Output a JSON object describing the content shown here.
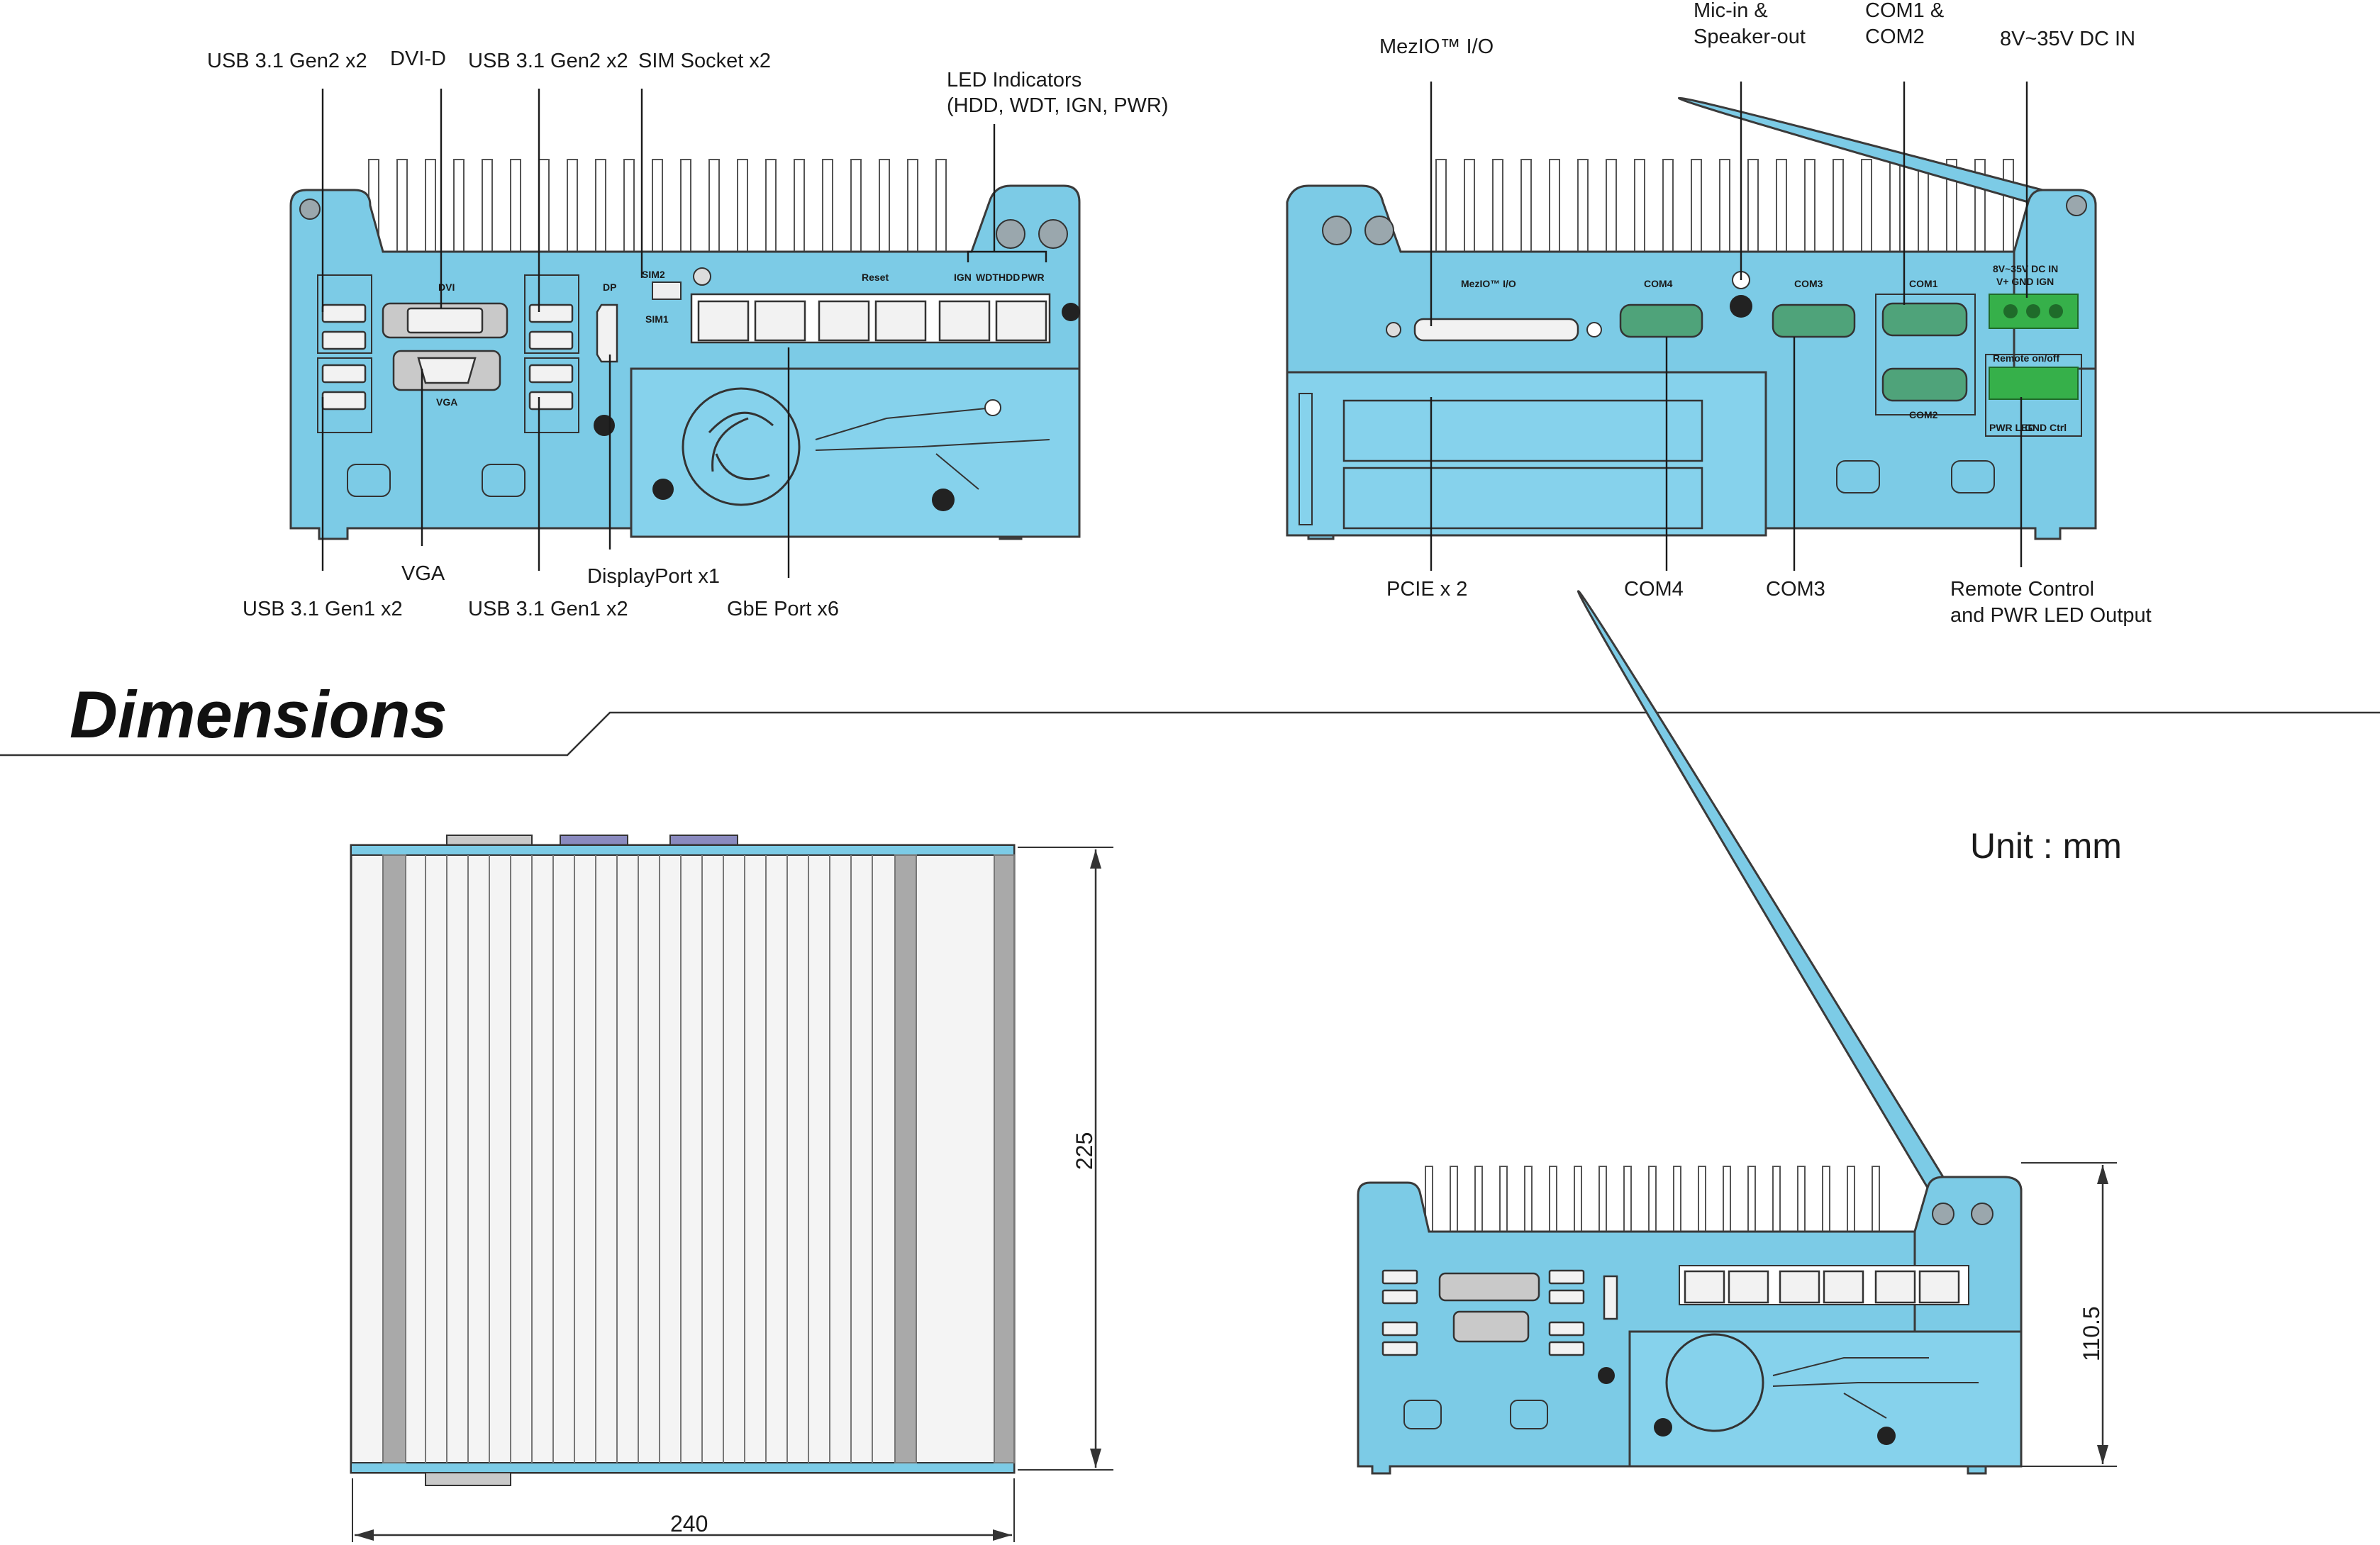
{
  "front_labels": {
    "usb_gen2_a": "USB 3.1 Gen2 x2",
    "dvi_d": "DVI-D",
    "usb_gen2_b": "USB 3.1 Gen2 x2",
    "sim_socket": "SIM Socket x2",
    "led_line1": "LED Indicators",
    "led_line2": "(HDD, WDT, IGN, PWR)",
    "usb_gen1_a": "USB 3.1 Gen1 x2",
    "vga": "VGA",
    "usb_gen1_b": "USB 3.1 Gen1 x2",
    "displayport": "DisplayPort x1",
    "gbe": "GbE Port x6"
  },
  "front_panel_text": {
    "dvi": "DVI",
    "vga": "VGA",
    "dp": "DP",
    "sim2": "SIM2",
    "sim1": "SIM1",
    "reset": "Reset",
    "ign": "IGN",
    "wdt": "WDT",
    "hdd": "HDD",
    "pwr": "PWR"
  },
  "rear_labels": {
    "mezio": "MezIO™ I/O",
    "mic_line1": "Mic-in &",
    "mic_line2": "Speaker-out",
    "com12_line1": "COM1 &",
    "com12_line2": "COM2",
    "dcin": "8V~35V DC IN",
    "pcie": "PCIE x 2",
    "com4": "COM4",
    "com3": "COM3",
    "remote_line1": "Remote Control",
    "remote_line2": "and PWR LED Output"
  },
  "rear_panel_text": {
    "mezio": "MezIO™ I/O",
    "com4": "COM4",
    "com3": "COM3",
    "com1": "COM1",
    "com2": "COM2",
    "dc1": "8V~35V DC IN",
    "dc2": "V+  GND  IGN",
    "remote": "Remote on/off",
    "pwr_led": "PWR LED",
    "gnd_ctrl": "GND  Ctrl"
  },
  "section": {
    "title": "Dimensions",
    "unit": "Unit : mm"
  },
  "dimensions": {
    "top_depth": "225",
    "top_width": "240",
    "front_height": "110.5"
  },
  "colors": {
    "panel": "#7ccbe6",
    "connector_green": "#36b04a"
  }
}
